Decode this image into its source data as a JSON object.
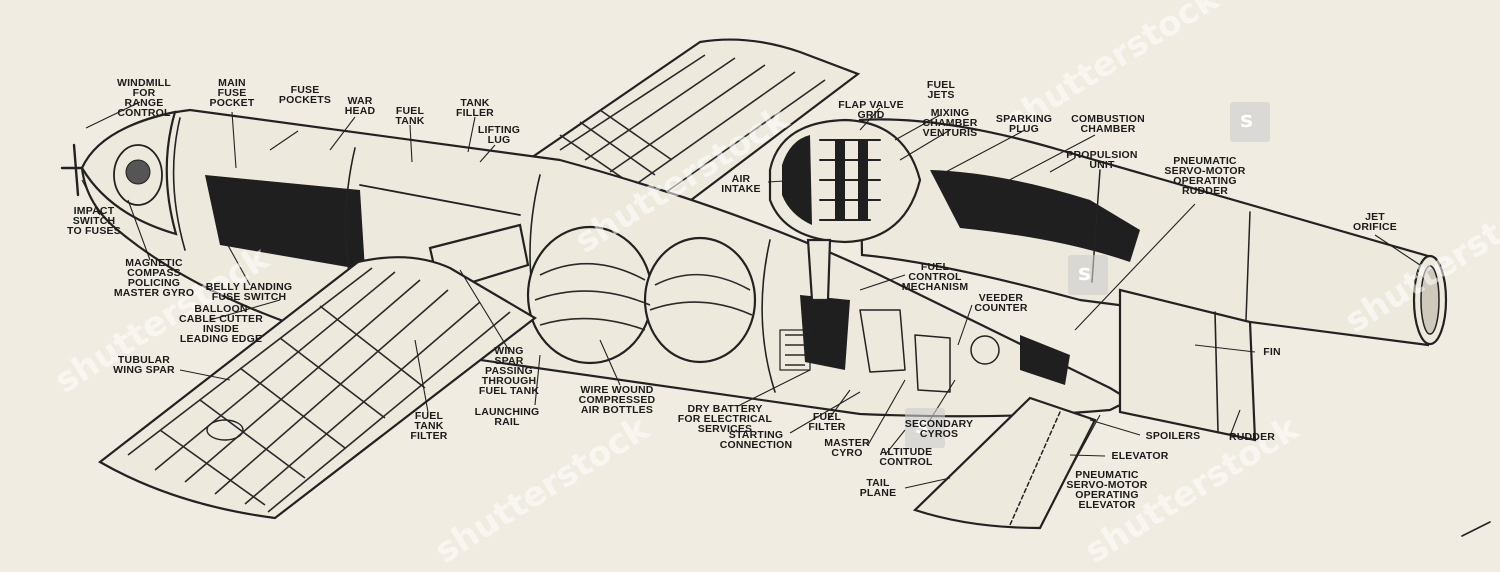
{
  "labels": {
    "windmill": "WINDMILL\nFOR\nRANGE CONTROL",
    "main_fuse_pocket": "MAIN\nFUSE\nPOCKET",
    "fuse_pockets": "FUSE\nPOCKETS",
    "war_head": "WAR\nHEAD",
    "fuel_tank": "FUEL\nTANK",
    "tank_filler": "TANK\nFILLER",
    "lifting_lug": "LIFTING\nLUG",
    "air_intake": "AIR\nINTAKE",
    "flap_valve_grid": "FLAP VALVE\nGRID",
    "fuel_jets": "FUEL\nJETS",
    "mixing_chamber_venturis": "MIXING\nCHAMBER\nVENTURIS",
    "sparking_plug": "SPARKING\nPLUG",
    "combustion_chamber": "COMBUSTION\nCHAMBER",
    "propulsion_unit": "PROPULSION\nUNIT",
    "pneumatic_rudder": "PNEUMATIC\nSERVO-MOTOR\nOPERATING\nRUDDER",
    "jet_orifice": "JET\nORIFICE",
    "impact_switch": "IMPACT\nSWITCH\nTO FUSES",
    "magnetic_compass": "MAGNETIC COMPASS\nPOLICING\nMASTER GYRO",
    "belly_landing": "BELLY LANDING\nFUSE SWITCH",
    "balloon_cutter": "BALLOON\nCABLE CUTTER\nINSIDE\nLEADING EDGE",
    "tubular_wing_spar": "TUBULAR\nWING SPAR",
    "wing_spar_passing": "WING\nSPAR\nPASSING\nTHROUGH\nFUEL TANK",
    "fuel_tank_filter": "FUEL\nTANK\nFILTER",
    "launching_rail": "LAUNCHING\nRAIL",
    "wire_wound": "WIRE WOUND\nCOMPRESSED\nAIR BOTTLES",
    "dry_battery": "DRY BATTERY\nFOR ELECTRICAL\nSERVICES",
    "starting_connection": "STARTING\nCONNECTION",
    "fuel_control": "FUEL\nCONTROL\nMECHANISM",
    "veeder_counter": "VEEDER\nCOUNTER",
    "fuel_filter": "FUEL\nFILTER",
    "master_cyro": "MASTER\nCYRO",
    "secondary_cyros": "SECONDARY\nCYROS",
    "altitude_control": "ALTITUDE\nCONTROL",
    "fin": "FIN",
    "spoilers": "SPOILERS",
    "rudder": "RUDDER",
    "elevator": "ELEVATOR",
    "pneumatic_elevator": "PNEUMATIC\nSERVO-MOTOR\nOPERATING\nELEVATOR",
    "tail_plane": "TAIL\nPLANE"
  },
  "watermark": "shutterstock",
  "colors": {
    "paper": "#f1ece1",
    "ink": "#222222"
  }
}
